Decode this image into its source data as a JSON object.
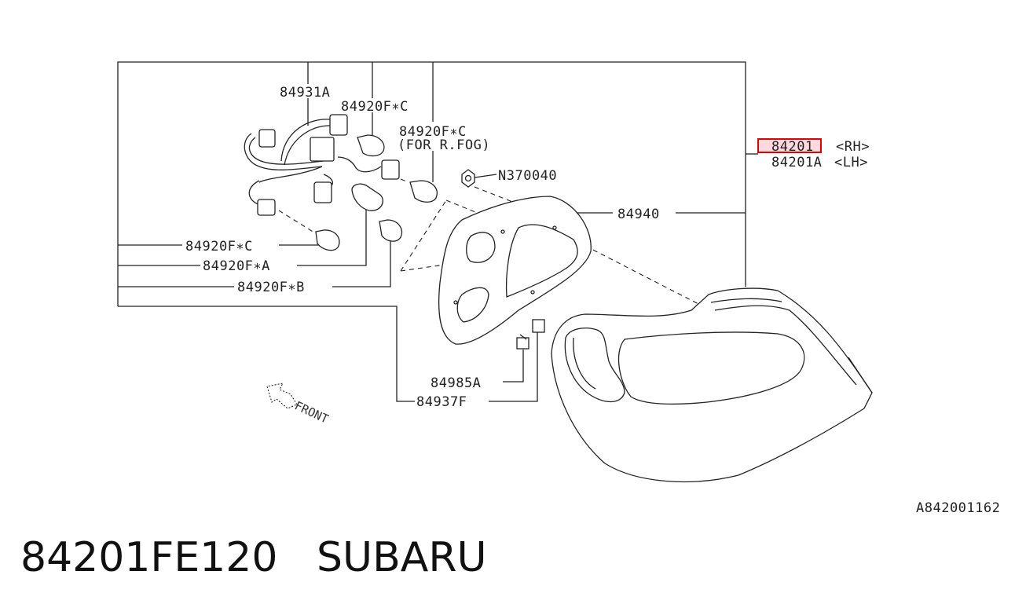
{
  "callouts": {
    "p84931A": "84931A",
    "p84920FC_top": "84920F∗C",
    "p84920FC_fog": "84920F∗C",
    "fog_note": "(FOR R.FOG)",
    "pN370040": "N370040",
    "p84940": "84940",
    "p84201_rh_code": "84201",
    "p84201_rh_side": "<RH>",
    "p84201A_lh_code": "84201A",
    "p84201A_lh_side": "<LH>",
    "p84920FC_left": "84920F∗C",
    "p84920FA": "84920F∗A",
    "p84920FB": "84920F∗B",
    "p84985A": "84985A",
    "p84937F": "84937F",
    "front": "FRONT"
  },
  "highlight_color": "#e00000",
  "diagram_id": "A842001162",
  "caption": {
    "part_number": "84201FE120",
    "brand": "SUBARU"
  }
}
